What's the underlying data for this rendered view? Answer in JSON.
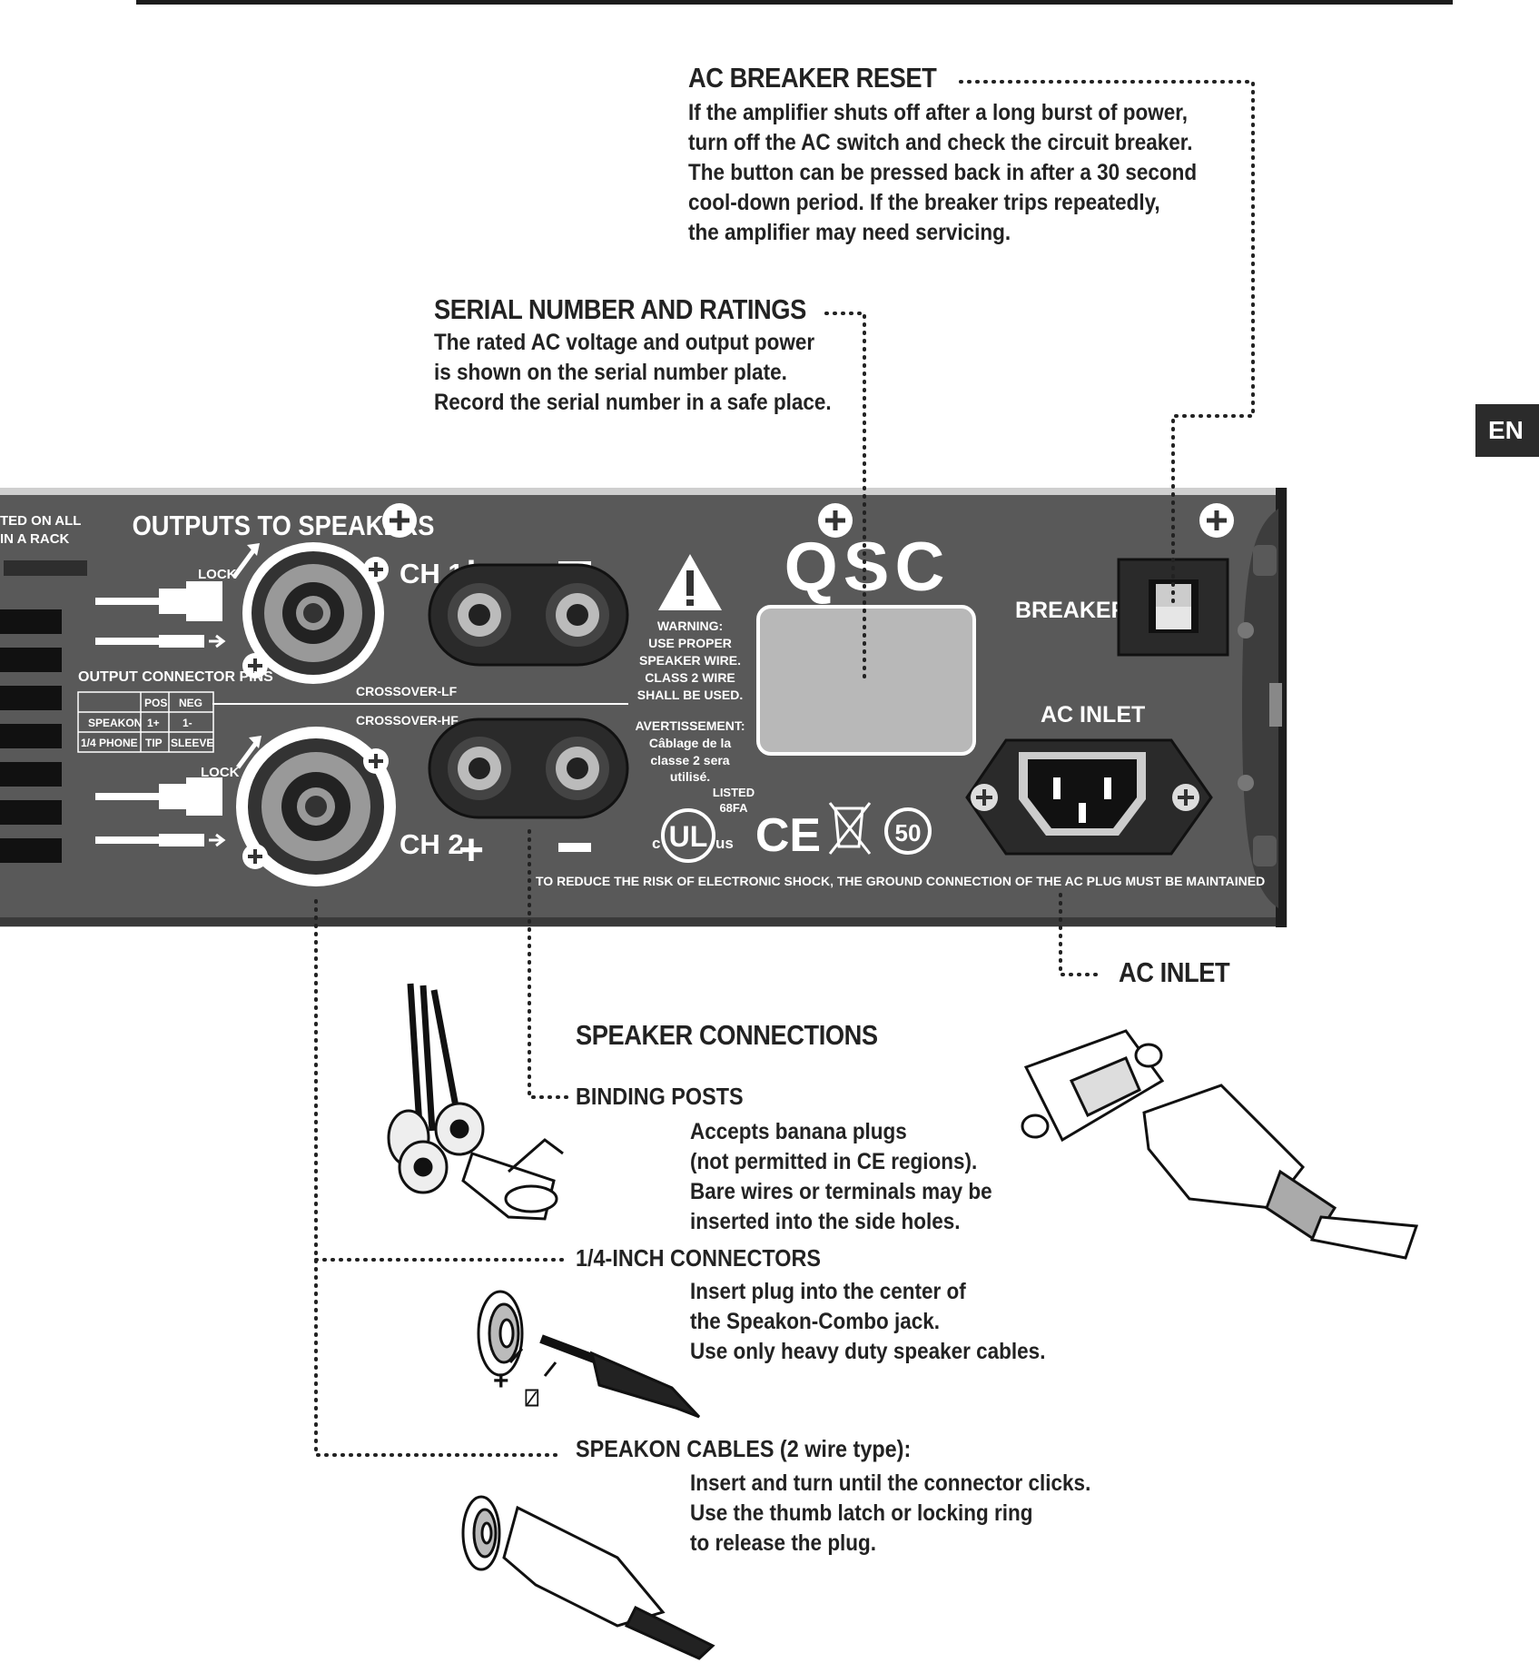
{
  "language_tab": "EN",
  "callouts": {
    "ac_breaker_reset": {
      "title": "AC BREAKER RESET",
      "lines": [
        "If the amplifier shuts off after a long burst of power,",
        "turn off the AC switch and check the circuit breaker.",
        "The button can be pressed back in after a 30 second",
        "cool-down period. If the breaker trips repeatedly,",
        "the amplifier may need servicing."
      ]
    },
    "serial_number": {
      "title": "SERIAL NUMBER AND RATINGS",
      "lines": [
        "The rated AC voltage and output power",
        "is shown on the serial number plate.",
        "Record the serial number in a safe place."
      ]
    },
    "ac_inlet": {
      "title": "AC INLET"
    },
    "speaker_connections": {
      "title": "SPEAKER CONNECTIONS",
      "binding_posts": {
        "title": "BINDING POSTS",
        "lines": [
          "Accepts banana plugs",
          "(not permitted in CE regions).",
          "Bare wires or terminals may be",
          "inserted into the side holes."
        ]
      },
      "quarter_inch": {
        "title": "1/4-INCH CONNECTORS",
        "lines": [
          "Insert plug into the center of",
          "the Speakon-Combo jack.",
          "Use only heavy duty speaker cables."
        ]
      },
      "speakon": {
        "title": "SPEAKON CABLES (2 wire type):",
        "lines": [
          "Insert and turn until the connector clicks.",
          "Use the thumb latch or locking ring",
          "to release the plug."
        ]
      }
    }
  },
  "panel": {
    "left_edge_text": [
      "TED ON ALL",
      "IN A RACK"
    ],
    "outputs_title": "OUTPUTS TO SPEAKERS",
    "lock_label": "LOCK",
    "ch1": "CH 1",
    "ch2": "CH 2",
    "plus": "+",
    "minus": "–",
    "output_pins_title": "OUTPUT CONNECTOR PINS",
    "pins_table": {
      "header": [
        "",
        "POS",
        "NEG"
      ],
      "rows": [
        [
          "SPEAKON",
          "1+",
          "1-"
        ],
        [
          "1/4 PHONE",
          "TIP",
          "SLEEVE"
        ]
      ]
    },
    "crossover_lf": "CROSSOVER-LF",
    "crossover_hf": "CROSSOVER-HF",
    "warning_lines": [
      "WARNING:",
      "USE PROPER",
      "SPEAKER WIRE.",
      "CLASS 2 WIRE",
      "SHALL BE USED."
    ],
    "avert_lines": [
      "AVERTISSEMENT:",
      "Câblage de la",
      "classe 2 sera",
      "utilisé."
    ],
    "brand": "QSC",
    "listed_lines": [
      "LISTED",
      "68FA"
    ],
    "ul_c": "c",
    "ul_us": "us",
    "ul_mark": "UL",
    "ce_mark": "CE",
    "fifty": "50",
    "breaker_label": "BREAKER",
    "ac_inlet_label": "AC INLET",
    "ground_notice": "TO REDUCE THE RISK OF ELECTRONIC SHOCK, THE GROUND CONNECTION OF THE AC PLUG MUST BE MAINTAINED"
  },
  "illustrations": {
    "plus_sign": "+",
    "ground_sign": "⍁"
  },
  "colors": {
    "panel": "#555555",
    "panel_dark": "#2a2a2a",
    "text": "#222222",
    "plate": "#b8b8b8"
  }
}
